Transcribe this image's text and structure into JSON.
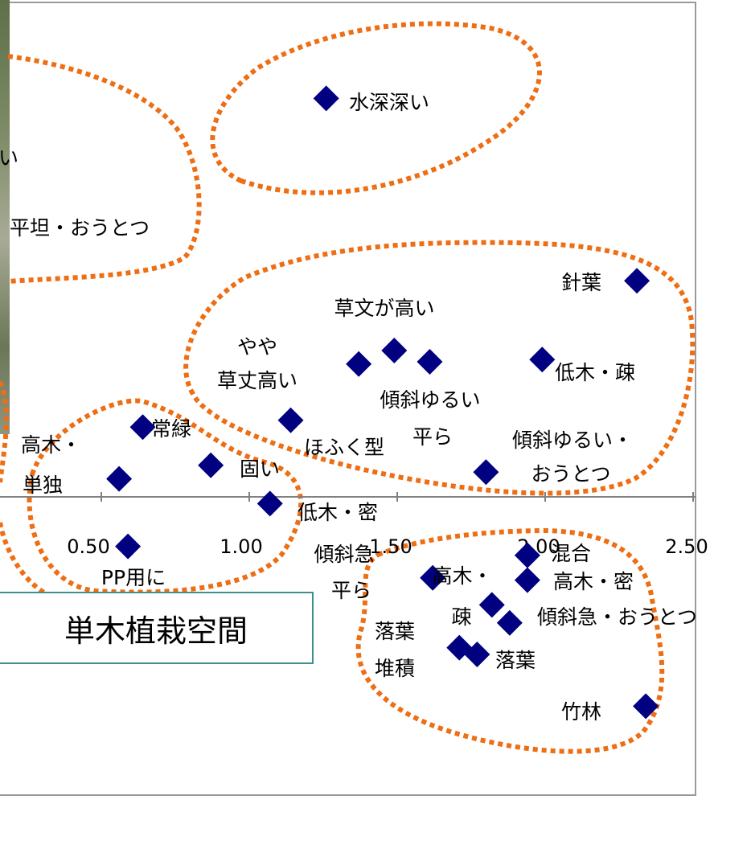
{
  "section_label": "単木植栽空間",
  "colors": {
    "marker": "#000080",
    "cluster_outline": "#ee6e14",
    "frame": "#9a9a9a",
    "label_box_border": "#3f8f8f"
  },
  "chart_data": {
    "type": "scatter",
    "x_ticks": [
      "0.50",
      "1.00",
      "1.50",
      "2.00",
      "2.50"
    ],
    "xlim": [
      0.0,
      2.5
    ],
    "marker_shape": "diamond",
    "points": [
      {
        "x": 1.26,
        "y": 1.77
      },
      {
        "x": 2.31,
        "y": 0.96
      },
      {
        "x": 1.99,
        "y": 0.61
      },
      {
        "x": 1.37,
        "y": 0.59
      },
      {
        "x": 1.61,
        "y": 0.6
      },
      {
        "x": 1.49,
        "y": 0.65
      },
      {
        "x": 1.14,
        "y": 0.34
      },
      {
        "x": 0.64,
        "y": 0.31
      },
      {
        "x": 0.87,
        "y": 0.14
      },
      {
        "x": 0.56,
        "y": 0.08
      },
      {
        "x": 1.07,
        "y": -0.03
      },
      {
        "x": 1.8,
        "y": 0.11
      },
      {
        "x": 0.59,
        "y": -0.22
      },
      {
        "x": 1.94,
        "y": -0.26
      },
      {
        "x": 1.94,
        "y": -0.37
      },
      {
        "x": 1.62,
        "y": -0.36
      },
      {
        "x": 1.82,
        "y": -0.48
      },
      {
        "x": 1.88,
        "y": -0.56
      },
      {
        "x": 1.71,
        "y": -0.67
      },
      {
        "x": 1.77,
        "y": -0.7
      },
      {
        "x": 2.34,
        "y": -0.93
      }
    ],
    "labels": [
      "水深深い",
      "い",
      "平坦・おうとつ",
      "針葉",
      "草文が高い",
      "やや",
      "草丈高い",
      "低木・疎",
      "傾斜ゆるい",
      "常緑",
      "平ら",
      "ほふく型",
      "傾斜ゆるい・",
      "おうとつ",
      "高木・",
      "単独",
      "固い",
      "低木・密",
      "傾斜急",
      "平ら",
      "PP用に",
      "混合",
      "高木・",
      "高木・密",
      "疎",
      "傾斜急・おうとつ",
      "落葉",
      "堆積",
      "落葉",
      "竹林"
    ]
  }
}
